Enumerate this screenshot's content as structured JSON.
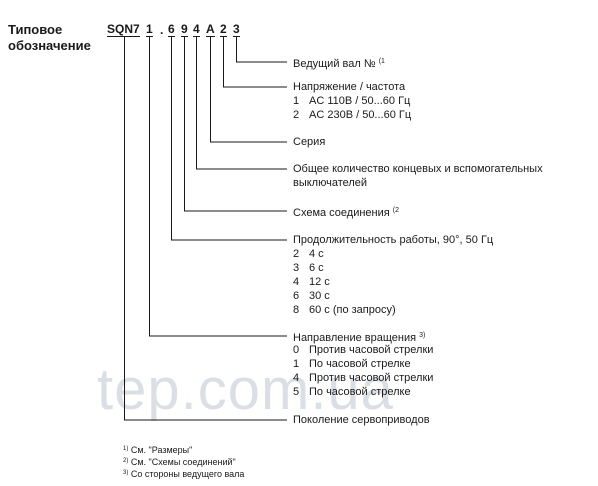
{
  "title": "Типовое обозначение",
  "code": {
    "prefix": "SQN7",
    "chars": [
      "1",
      ".",
      "6",
      "9",
      "4",
      "A",
      "2",
      "3"
    ]
  },
  "sections": [
    {
      "id": "shaft",
      "label": "Ведущий вал №",
      "sup": "(1",
      "rows": []
    },
    {
      "id": "voltage",
      "label": "Напряжение / частота",
      "sup": "",
      "rows": [
        {
          "n": "1",
          "t": "AC 110В / 50...60 Гц"
        },
        {
          "n": "2",
          "t": "AC 230В / 50...60 Гц"
        }
      ]
    },
    {
      "id": "series",
      "label": "Серия",
      "sup": "",
      "rows": []
    },
    {
      "id": "switches",
      "label": "Общее количество концевых и вспомогательных",
      "label2": "выключателей",
      "sup": "",
      "rows": []
    },
    {
      "id": "wiring",
      "label": "Схема соединения",
      "sup": "(2",
      "rows": []
    },
    {
      "id": "runtime",
      "label": "Продолжительность работы, 90°, 50 Гц",
      "sup": "",
      "rows": [
        {
          "n": "2",
          "t": "4 с"
        },
        {
          "n": "3",
          "t": "6 с"
        },
        {
          "n": "4",
          "t": "12 с"
        },
        {
          "n": "6",
          "t": "30 с"
        },
        {
          "n": "8",
          "t": "60 с (по запросу)"
        }
      ]
    },
    {
      "id": "rotation",
      "label": "Направление вращения",
      "sup": "3)",
      "rows": [
        {
          "n": "0",
          "t": "Против часовой стрелки"
        },
        {
          "n": "1",
          "t": "По часовой стрелке"
        },
        {
          "n": "4",
          "t": "Против часовой стрелки"
        },
        {
          "n": "5",
          "t": "По часовой стрелке"
        }
      ]
    },
    {
      "id": "generation",
      "label": "Поколение сервоприводов",
      "sup": "",
      "rows": []
    }
  ],
  "footnotes": [
    {
      "sup": "1)",
      "t": "См. \"Размеры\""
    },
    {
      "sup": "2)",
      "t": "См. \"Схемы соединений\""
    },
    {
      "sup": "3)",
      "t": "Со стороны ведущего вала"
    }
  ],
  "watermark": "tep.com.ua"
}
